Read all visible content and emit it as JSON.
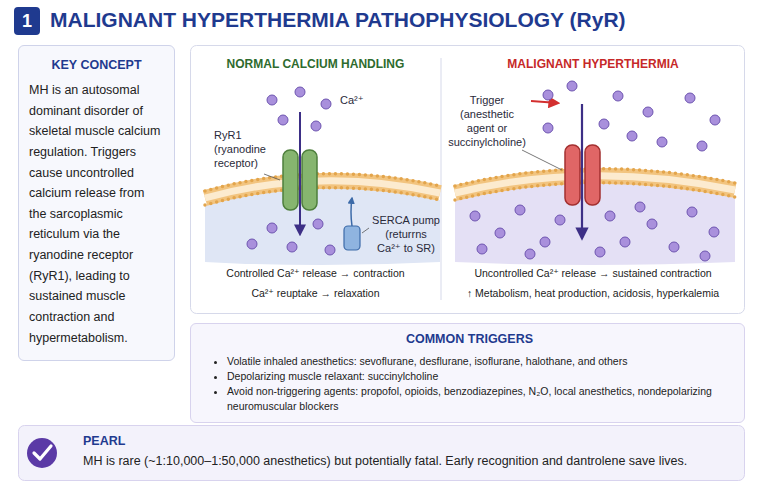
{
  "diagram": {
    "title": "MALIGNANT HYPERTHERMIA PATHOPHYSIOLOGY (RyR)",
    "nodes": [
      {
        "text": [
          "KEY CONCEPT",
          "MH is an autosomal dominant disorder of skeletal muscle calcium regulation. Triggers cause uncontrolled calcium release from the sarcoplasmic reticulum via the ryanodine receptor (RyR1), leading to sustained muscle contraction and hypermetabolism."
        ]
      },
      {
        "text": [
          "NORMAL CALCIUM HANDLING",
          "Controlled Ca²⁺ release → contraction",
          "Ca²⁺ reuptake → relaxation"
        ]
      },
      {
        "text": [
          "MALIGNANT HYPERTHERMIA",
          "Uncontrolled Ca²⁺ release → sustained contraction",
          "↑ Metabolism, heat production, acidosis, hyperkalemia"
        ]
      },
      {
        "text": [
          "COMMON TRIGGERS",
          "Volatile inhaled anesthetics: sevoflurane, desflurane, isoflurane, halothane, and others",
          "Depolarizing muscle relaxant: succinylcholine",
          "Avoid non-triggering agents: propofol, opioids, benzodiazepines, N₂O, local anesthetics, nondepolarizing neuromuscular blockers"
        ]
      },
      {
        "text": [
          "PEARL",
          "MH is rare (~1:10,000–1:50,000 anesthetics) but potentially fatal. Early recognition and dantrolene save lives."
        ]
      }
    ],
    "labels": [
      "1",
      "Ca²⁺",
      "RyR1 (ryanodine receptor)",
      "SERCA pump (returrns Ca²⁺ to SR)",
      "Trigger (anesthetic agent or succinylcholine)"
    ]
  }
}
